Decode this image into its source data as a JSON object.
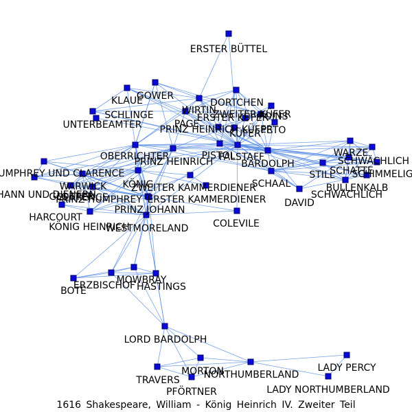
{
  "caption": "1616  Shakespeare,  William  -  König  Heinrich  IV.  Zweiter  Teil",
  "colors": {
    "node": "#0a0ad8",
    "edge": "#5b8ee6",
    "label": "#000000"
  },
  "nodes": [
    {
      "id": "erster_buettel",
      "label": "ERSTER BÜTTEL"
    },
    {
      "id": "klaue",
      "label": "KLAUE"
    },
    {
      "id": "gower",
      "label": "GOWER"
    },
    {
      "id": "schlinge",
      "label": "SCHLINGE"
    },
    {
      "id": "unterbeamter",
      "label": "UNTERBEAMTER"
    },
    {
      "id": "dortchen",
      "label": "DORTCHEN"
    },
    {
      "id": "wirtin",
      "label": "WIRTIN"
    },
    {
      "id": "zweiter_kuefer",
      "label": "ZWEITER KÜFER"
    },
    {
      "id": "erster_kuefer",
      "label": "ERSTER KÜFER"
    },
    {
      "id": "page",
      "label": "PAGE"
    },
    {
      "id": "prinz_heinrich_kuefer",
      "label": "PRINZ HEINRICH KÜFER"
    },
    {
      "id": "poins",
      "label": "POINS"
    },
    {
      "id": "peto",
      "label": "PETO"
    },
    {
      "id": "kuefer",
      "label": "KÜFER"
    },
    {
      "id": "oberrichter",
      "label": "OBERRICHTER"
    },
    {
      "id": "prinz_heinrich",
      "label": "PRINZ HEINRICH"
    },
    {
      "id": "pistol",
      "label": "PISTOL"
    },
    {
      "id": "falstaff",
      "label": "FALSTAFF"
    },
    {
      "id": "bardolph",
      "label": "BARDOLPH"
    },
    {
      "id": "warze",
      "label": "WARZE"
    },
    {
      "id": "schwaechlich_top",
      "label": "SCHWÄCHLICH"
    },
    {
      "id": "schatte",
      "label": "SCHATTE"
    },
    {
      "id": "still",
      "label": "STILL"
    },
    {
      "id": "schimmelig",
      "label": "SCHIMMELIG"
    },
    {
      "id": "bullenkalb",
      "label": "BULLENKALB"
    },
    {
      "id": "schwaechlich",
      "label": "SCHWÄCHLICH"
    },
    {
      "id": "david",
      "label": "DAVID"
    },
    {
      "id": "schaal",
      "label": "SCHAAL"
    },
    {
      "id": "humphrey_clarence",
      "label": "HUMPHREY UND CLARENCE"
    },
    {
      "id": "johann_diener",
      "label": "JOHANN UND DIENERN"
    },
    {
      "id": "gloster",
      "label": "GLOSTER"
    },
    {
      "id": "warwick",
      "label": "WARWICK"
    },
    {
      "id": "clarence",
      "label": "CLARENCE"
    },
    {
      "id": "prinz_humphrey",
      "label": "PRINZ HUMPHREY"
    },
    {
      "id": "koenig",
      "label": "KÖNIG"
    },
    {
      "id": "zweiter_kammerdiener",
      "label": "ZWEITER KAMMERDIENER"
    },
    {
      "id": "erster_kammerdiener",
      "label": "ERSTER KAMMERDIENER"
    },
    {
      "id": "prinz_johann",
      "label": "PRINZ JOHANN"
    },
    {
      "id": "harcourt",
      "label": "HARCOURT"
    },
    {
      "id": "koenig_heinrich",
      "label": "KÖNIG HEINRICH"
    },
    {
      "id": "westmoreland",
      "label": "WESTMORELAND"
    },
    {
      "id": "colevile",
      "label": "COLEVILE"
    },
    {
      "id": "mowbray",
      "label": "MOWBRAY"
    },
    {
      "id": "erzbischof",
      "label": "ERZBISCHOF"
    },
    {
      "id": "hastings",
      "label": "HASTINGS"
    },
    {
      "id": "bote",
      "label": "BOTE"
    },
    {
      "id": "lord_bardolph",
      "label": "LORD BARDOLPH"
    },
    {
      "id": "morton",
      "label": "MORTON"
    },
    {
      "id": "northumberland",
      "label": "NORTHUMBERLAND"
    },
    {
      "id": "travers",
      "label": "TRAVERS"
    },
    {
      "id": "pfoertner",
      "label": "PFÖRTNER"
    },
    {
      "id": "lady_percy",
      "label": "LADY PERCY"
    },
    {
      "id": "lady_northumberland",
      "label": "LADY NORTHUMBERLAND"
    }
  ],
  "edges": [
    [
      "erster_buettel",
      "falstaff"
    ],
    [
      "erster_buettel",
      "wirtin"
    ],
    [
      "klaue",
      "falstaff"
    ],
    [
      "klaue",
      "wirtin"
    ],
    [
      "klaue",
      "schlinge"
    ],
    [
      "klaue",
      "bardolph"
    ],
    [
      "klaue",
      "page"
    ],
    [
      "klaue",
      "oberrichter"
    ],
    [
      "schlinge",
      "falstaff"
    ],
    [
      "schlinge",
      "wirtin"
    ],
    [
      "schlinge",
      "bardolph"
    ],
    [
      "schlinge",
      "page"
    ],
    [
      "gower",
      "falstaff"
    ],
    [
      "gower",
      "oberrichter"
    ],
    [
      "gower",
      "prinz_heinrich"
    ],
    [
      "gower",
      "poins"
    ],
    [
      "unterbeamter",
      "falstaff"
    ],
    [
      "dortchen",
      "falstaff"
    ],
    [
      "dortchen",
      "wirtin"
    ],
    [
      "dortchen",
      "pistol"
    ],
    [
      "dortchen",
      "bardolph"
    ],
    [
      "dortchen",
      "poins"
    ],
    [
      "dortchen",
      "prinz_heinrich_kuefer"
    ],
    [
      "dortchen",
      "page"
    ],
    [
      "dortchen",
      "peto"
    ],
    [
      "wirtin",
      "falstaff"
    ],
    [
      "wirtin",
      "pistol"
    ],
    [
      "wirtin",
      "bardolph"
    ],
    [
      "wirtin",
      "page"
    ],
    [
      "wirtin",
      "oberrichter"
    ],
    [
      "wirtin",
      "poins"
    ],
    [
      "wirtin",
      "prinz_heinrich_kuefer"
    ],
    [
      "wirtin",
      "gower"
    ],
    [
      "zweiter_kuefer",
      "erster_kuefer"
    ],
    [
      "zweiter_kuefer",
      "falstaff"
    ],
    [
      "erster_kuefer",
      "falstaff"
    ],
    [
      "erster_kuefer",
      "kuefer"
    ],
    [
      "page",
      "falstaff"
    ],
    [
      "page",
      "bardolph"
    ],
    [
      "page",
      "pistol"
    ],
    [
      "page",
      "poins"
    ],
    [
      "page",
      "prinz_heinrich"
    ],
    [
      "page",
      "oberrichter"
    ],
    [
      "prinz_heinrich_kuefer",
      "falstaff"
    ],
    [
      "prinz_heinrich_kuefer",
      "poins"
    ],
    [
      "prinz_heinrich_kuefer",
      "bardolph"
    ],
    [
      "poins",
      "falstaff"
    ],
    [
      "poins",
      "prinz_heinrich"
    ],
    [
      "poins",
      "bardolph"
    ],
    [
      "poins",
      "peto"
    ],
    [
      "peto",
      "falstaff"
    ],
    [
      "peto",
      "bardolph"
    ],
    [
      "kuefer",
      "falstaff"
    ],
    [
      "kuefer",
      "bardolph"
    ],
    [
      "oberrichter",
      "falstaff"
    ],
    [
      "oberrichter",
      "prinz_heinrich"
    ],
    [
      "oberrichter",
      "bardolph"
    ],
    [
      "oberrichter",
      "warwick"
    ],
    [
      "oberrichter",
      "koenig"
    ],
    [
      "oberrichter",
      "humphrey_clarence"
    ],
    [
      "oberrichter",
      "clarence"
    ],
    [
      "oberrichter",
      "gloster"
    ],
    [
      "oberrichter",
      "prinz_johann"
    ],
    [
      "oberrichter",
      "westmoreland"
    ],
    [
      "oberrichter",
      "pistol"
    ],
    [
      "oberrichter",
      "schaal"
    ],
    [
      "oberrichter",
      "gower"
    ],
    [
      "oberrichter",
      "prinz_humphrey"
    ],
    [
      "oberrichter",
      "johann_diener"
    ],
    [
      "prinz_heinrich",
      "falstaff"
    ],
    [
      "prinz_heinrich",
      "bardolph"
    ],
    [
      "prinz_heinrich",
      "pistol"
    ],
    [
      "prinz_heinrich",
      "koenig"
    ],
    [
      "prinz_heinrich",
      "warwick"
    ],
    [
      "prinz_heinrich",
      "clarence"
    ],
    [
      "prinz_heinrich",
      "gloster"
    ],
    [
      "prinz_heinrich",
      "prinz_johann"
    ],
    [
      "prinz_heinrich",
      "westmoreland"
    ],
    [
      "prinz_heinrich",
      "schaal"
    ],
    [
      "prinz_heinrich",
      "johann_diener"
    ],
    [
      "prinz_heinrich",
      "prinz_humphrey"
    ],
    [
      "prinz_heinrich",
      "koenig_heinrich"
    ],
    [
      "pistol",
      "falstaff"
    ],
    [
      "pistol",
      "bardolph"
    ],
    [
      "pistol",
      "schaal"
    ],
    [
      "pistol",
      "still"
    ],
    [
      "pistol",
      "david"
    ],
    [
      "falstaff",
      "bardolph"
    ],
    [
      "falstaff",
      "schaal"
    ],
    [
      "falstaff",
      "still"
    ],
    [
      "falstaff",
      "schwaechlich"
    ],
    [
      "falstaff",
      "schatte"
    ],
    [
      "falstaff",
      "bullenkalb"
    ],
    [
      "falstaff",
      "warze"
    ],
    [
      "falstaff",
      "schimmelig"
    ],
    [
      "falstaff",
      "david"
    ],
    [
      "falstaff",
      "prinz_johann"
    ],
    [
      "falstaff",
      "westmoreland"
    ],
    [
      "falstaff",
      "colevile"
    ],
    [
      "falstaff",
      "koenig"
    ],
    [
      "falstaff",
      "warwick"
    ],
    [
      "falstaff",
      "schwaechlich_top"
    ],
    [
      "bardolph",
      "schaal"
    ],
    [
      "bardolph",
      "still"
    ],
    [
      "bardolph",
      "warze"
    ],
    [
      "bardolph",
      "schwaechlich_top"
    ],
    [
      "bardolph",
      "schatte"
    ],
    [
      "bardolph",
      "schimmelig"
    ],
    [
      "bardolph",
      "bullenkalb"
    ],
    [
      "bardolph",
      "david"
    ],
    [
      "bardolph",
      "schwaechlich"
    ],
    [
      "schaal",
      "still"
    ],
    [
      "schaal",
      "david"
    ],
    [
      "schaal",
      "warze"
    ],
    [
      "schaal",
      "schwaechlich_top"
    ],
    [
      "schaal",
      "schatte"
    ],
    [
      "schaal",
      "schimmelig"
    ],
    [
      "schaal",
      "bullenkalb"
    ],
    [
      "schaal",
      "schwaechlich"
    ],
    [
      "still",
      "david"
    ],
    [
      "still",
      "warze"
    ],
    [
      "still",
      "schwaechlich_top"
    ],
    [
      "still",
      "schatte"
    ],
    [
      "still",
      "schimmelig"
    ],
    [
      "still",
      "bullenkalb"
    ],
    [
      "still",
      "schwaechlich"
    ],
    [
      "warze",
      "schwaechlich_top"
    ],
    [
      "warze",
      "schatte"
    ],
    [
      "warze",
      "schimmelig"
    ],
    [
      "warze",
      "bullenkalb"
    ],
    [
      "schwaechlich_top",
      "schatte"
    ],
    [
      "schwaechlich_top",
      "schimmelig"
    ],
    [
      "schwaechlich_top",
      "bullenkalb"
    ],
    [
      "schatte",
      "schimmelig"
    ],
    [
      "schatte",
      "bullenkalb"
    ],
    [
      "schimmelig",
      "bullenkalb"
    ],
    [
      "schwaechlich",
      "david"
    ],
    [
      "koenig",
      "warwick"
    ],
    [
      "koenig",
      "clarence"
    ],
    [
      "koenig",
      "gloster"
    ],
    [
      "koenig",
      "prinz_humphrey"
    ],
    [
      "koenig",
      "prinz_johann"
    ],
    [
      "koenig",
      "westmoreland"
    ],
    [
      "koenig",
      "harcourt"
    ],
    [
      "koenig",
      "humphrey_clarence"
    ],
    [
      "koenig",
      "johann_diener"
    ],
    [
      "koenig",
      "zweiter_kammerdiener"
    ],
    [
      "koenig",
      "erster_kammerdiener"
    ],
    [
      "koenig",
      "koenig_heinrich"
    ],
    [
      "warwick",
      "clarence"
    ],
    [
      "warwick",
      "gloster"
    ],
    [
      "warwick",
      "prinz_humphrey"
    ],
    [
      "warwick",
      "prinz_johann"
    ],
    [
      "warwick",
      "westmoreland"
    ],
    [
      "warwick",
      "humphrey_clarence"
    ],
    [
      "warwick",
      "johann_diener"
    ],
    [
      "warwick",
      "koenig_heinrich"
    ],
    [
      "warwick",
      "harcourt"
    ],
    [
      "clarence",
      "gloster"
    ],
    [
      "clarence",
      "prinz_humphrey"
    ],
    [
      "clarence",
      "prinz_johann"
    ],
    [
      "clarence",
      "westmoreland"
    ],
    [
      "clarence",
      "johann_diener"
    ],
    [
      "gloster",
      "prinz_humphrey"
    ],
    [
      "gloster",
      "prinz_johann"
    ],
    [
      "gloster",
      "westmoreland"
    ],
    [
      "gloster",
      "johann_diener"
    ],
    [
      "prinz_humphrey",
      "prinz_johann"
    ],
    [
      "prinz_humphrey",
      "westmoreland"
    ],
    [
      "humphrey_clarence",
      "prinz_johann"
    ],
    [
      "humphrey_clarence",
      "johann_diener"
    ],
    [
      "prinz_johann",
      "westmoreland"
    ],
    [
      "prinz_johann",
      "colevile"
    ],
    [
      "prinz_johann",
      "mowbray"
    ],
    [
      "prinz_johann",
      "erzbischof"
    ],
    [
      "prinz_johann",
      "hastings"
    ],
    [
      "prinz_johann",
      "koenig_heinrich"
    ],
    [
      "westmoreland",
      "colevile"
    ],
    [
      "westmoreland",
      "mowbray"
    ],
    [
      "westmoreland",
      "erzbischof"
    ],
    [
      "westmoreland",
      "hastings"
    ],
    [
      "westmoreland",
      "koenig_heinrich"
    ],
    [
      "westmoreland",
      "harcourt"
    ],
    [
      "westmoreland",
      "bote"
    ],
    [
      "westmoreland",
      "lord_bardolph"
    ],
    [
      "harcourt",
      "koenig_heinrich"
    ],
    [
      "koenig_heinrich",
      "zweiter_kammerdiener"
    ],
    [
      "zweiter_kammerdiener",
      "erster_kammerdiener"
    ],
    [
      "mowbray",
      "erzbischof"
    ],
    [
      "mowbray",
      "hastings"
    ],
    [
      "mowbray",
      "lord_bardolph"
    ],
    [
      "mowbray",
      "bote"
    ],
    [
      "erzbischof",
      "hastings"
    ],
    [
      "erzbischof",
      "lord_bardolph"
    ],
    [
      "erzbischof",
      "bote"
    ],
    [
      "hastings",
      "lord_bardolph"
    ],
    [
      "hastings",
      "bote"
    ],
    [
      "lord_bardolph",
      "morton"
    ],
    [
      "lord_bardolph",
      "northumberland"
    ],
    [
      "lord_bardolph",
      "travers"
    ],
    [
      "lord_bardolph",
      "pfoertner"
    ],
    [
      "morton",
      "northumberland"
    ],
    [
      "morton",
      "travers"
    ],
    [
      "morton",
      "pfoertner"
    ],
    [
      "travers",
      "northumberland"
    ],
    [
      "travers",
      "pfoertner"
    ],
    [
      "pfoertner",
      "northumberland"
    ],
    [
      "northumberland",
      "lady_percy"
    ],
    [
      "northumberland",
      "lady_northumberland"
    ],
    [
      "lady_percy",
      "lady_northumberland"
    ]
  ]
}
